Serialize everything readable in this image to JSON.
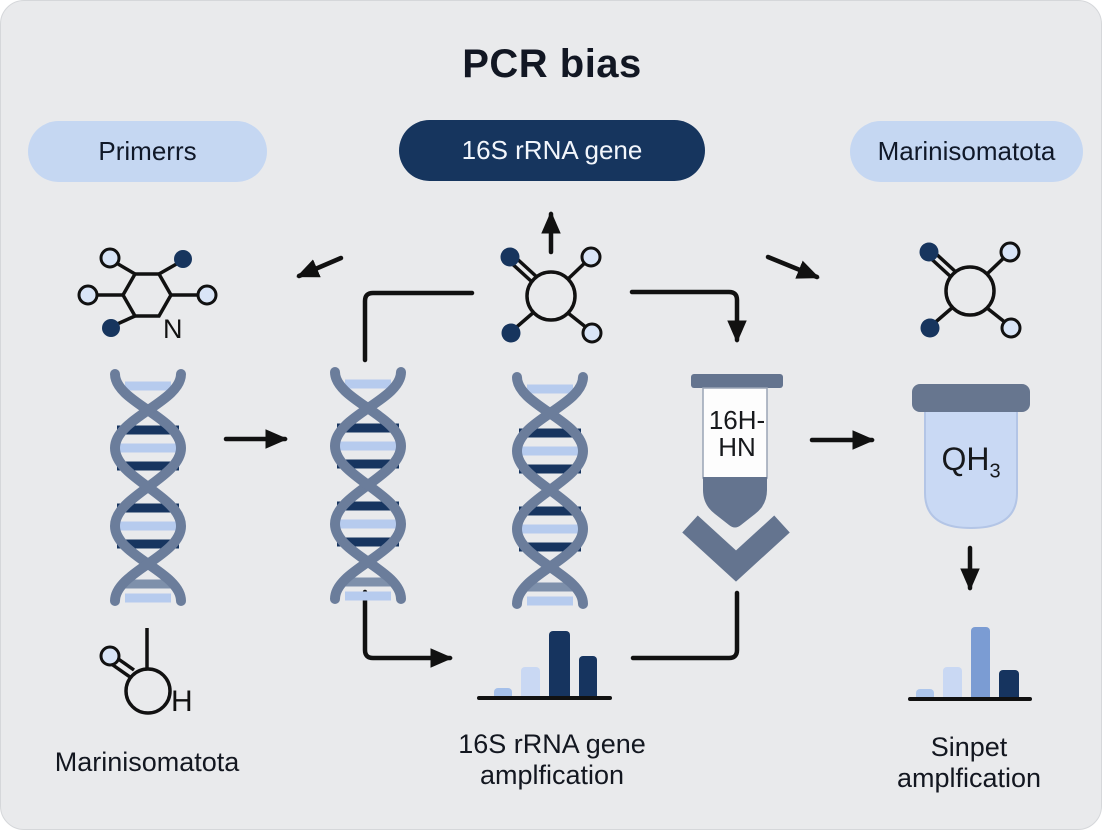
{
  "title": "PCR bias",
  "pills": {
    "primers": "Primerrs",
    "gene": "16S rRNA gene",
    "taxon": "Marinisomatota"
  },
  "labware": {
    "tube_line1": "16H-",
    "tube_line2": "HN",
    "jar_base": "QH",
    "jar_sub": "3"
  },
  "atoms": {
    "hexagon_n": "N",
    "ketone_h": "H"
  },
  "captions": {
    "left": "Marinisomatota",
    "center_line1": "16S rRNA gene",
    "center_line2": "amplfication",
    "right_line1": "Sinpet",
    "right_line2": "amplfication"
  },
  "colors": {
    "panel_bg": "#e9eaec",
    "pill_light_bg": "#c5d7f2",
    "pill_dark_bg": "#16355e",
    "atom_dark": "#17355e",
    "atom_light": "#d9e5f7",
    "dna_strand": "#6b7d9b",
    "dna_rung_light": "#b6cbee",
    "dna_rung_dark": "#173560",
    "labware_slate": "#64748f",
    "jar_body": "#c9d9f4",
    "arrow": "#111111"
  },
  "mini_bar_charts": {
    "center": {
      "type": "bar",
      "bars": [
        {
          "w": 18,
          "h": 9,
          "c": "#a5c0ea"
        },
        {
          "w": 19,
          "h": 30,
          "c": "#c9d8f3"
        },
        {
          "w": 21,
          "h": 66,
          "c": "#16345f"
        },
        {
          "w": 18,
          "h": 41,
          "c": "#16345f"
        }
      ]
    },
    "right": {
      "type": "bar",
      "bars": [
        {
          "w": 18,
          "h": 9,
          "c": "#aec7ec"
        },
        {
          "w": 19,
          "h": 31,
          "c": "#c9d8f3"
        },
        {
          "w": 19,
          "h": 71,
          "c": "#7b9cd3"
        },
        {
          "w": 20,
          "h": 28,
          "c": "#16345f"
        }
      ]
    }
  }
}
